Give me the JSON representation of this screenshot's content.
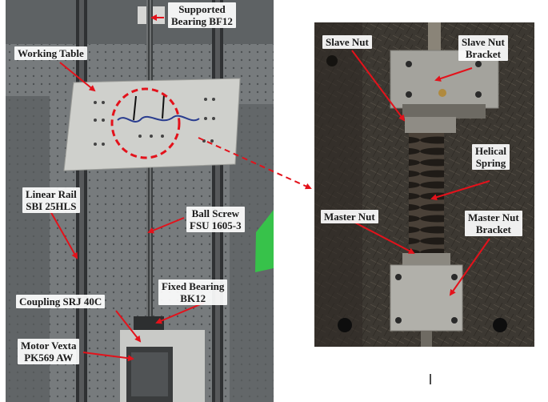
{
  "left_labels": {
    "supported_bearing": [
      "Supported",
      "Bearing BF12"
    ],
    "working_table": "Working Table",
    "linear_rail": [
      "Linear Rail",
      "SBI 25HLS"
    ],
    "ball_screw": [
      "Ball Screw",
      "FSU 1605-3"
    ],
    "fixed_bearing": [
      "Fixed Bearing",
      "BK12"
    ],
    "coupling": "Coupling SRJ 40C",
    "motor": [
      "Motor Vexta",
      "PK569 AW"
    ]
  },
  "right_labels": {
    "slave_nut": "Slave Nut",
    "slave_nut_bracket": [
      "Slave Nut",
      "Bracket"
    ],
    "helical_spring": [
      "Helical",
      "Spring"
    ],
    "master_nut": "Master Nut",
    "master_nut_bracket": [
      "Master Nut",
      "Bracket"
    ]
  },
  "colors": {
    "arrow": "#e3121b",
    "highlight_circle": "#e3121b"
  }
}
